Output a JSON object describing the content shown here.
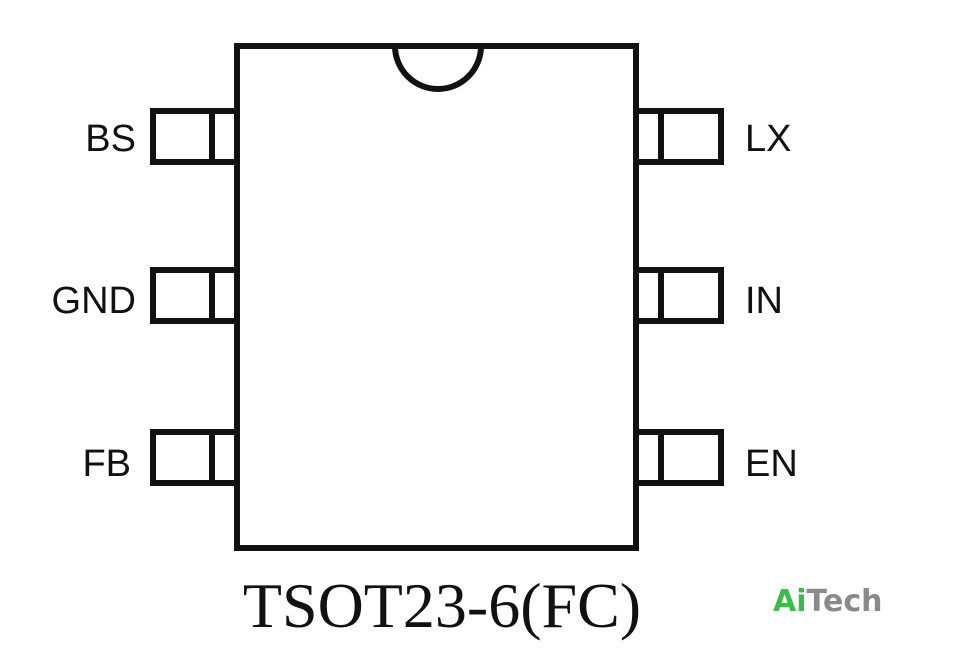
{
  "package_label": "TSOT23-6(FC)",
  "pins_left": [
    {
      "label": "BS"
    },
    {
      "label": "GND"
    },
    {
      "label": "FB"
    }
  ],
  "pins_right": [
    {
      "label": "LX"
    },
    {
      "label": "IN"
    },
    {
      "label": "EN"
    }
  ],
  "logo": {
    "part1": "Ai",
    "part2": "Tech",
    "color1": "#3dbb4a",
    "color2": "#8a8a8a"
  },
  "colors": {
    "stroke": "#111111",
    "background": "#ffffff"
  }
}
